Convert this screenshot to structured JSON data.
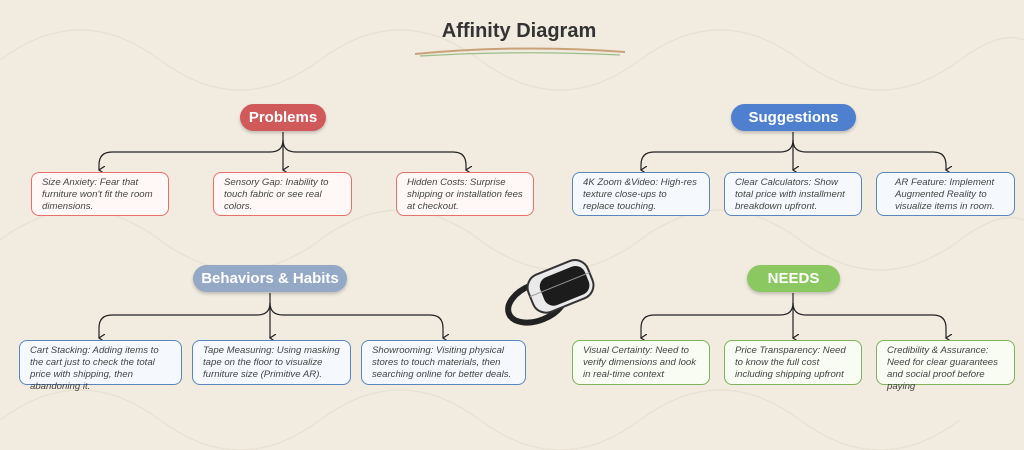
{
  "title": "Affinity Diagram",
  "colors": {
    "problems": "#d05a5a",
    "suggestions": "#4f7fcf",
    "behaviors": "#93a9c6",
    "needs": "#8cc861"
  },
  "groups": {
    "problems": {
      "label": "Problems",
      "items": [
        "Size Anxiety: Fear that furniture won't fit the room dimensions.",
        "Sensory Gap: Inability to touch fabric or see real colors.",
        "Hidden Costs: Surprise shipping or installation fees at checkout."
      ]
    },
    "suggestions": {
      "label": "Suggestions",
      "items": [
        "4K Zoom &Video: High-res texture close-ups to replace touching.",
        "Clear Calculators: Show total price with installment breakdown upfront.",
        "AR Feature: Implement Augmented Reality to visualize items in room."
      ]
    },
    "behaviors": {
      "label": "Behaviors & Habits",
      "items": [
        "Cart Stacking: Adding items to the cart just to check the total price with shipping, then abandoning it.",
        "Tape Measuring: Using masking tape on the floor to visualize furniture size (Primitive AR).",
        "Showrooming: Visiting physical stores to touch materials, then searching online for better deals."
      ]
    },
    "needs": {
      "label": "NEEDS",
      "items": [
        "Visual Certainty: Need to verify dimensions and look in real-time context",
        "Price Transparency: Need to know the full cost including shipping upfront",
        "Credibility & Assurance: Need for clear guarantees and social proof before paying"
      ]
    }
  }
}
